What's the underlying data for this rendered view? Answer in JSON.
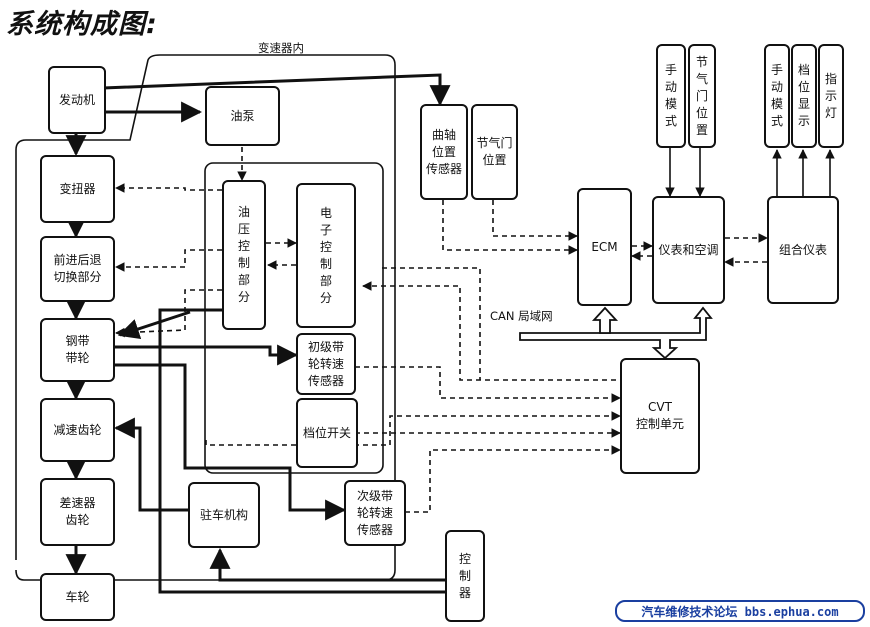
{
  "title": "系统构成图:",
  "region_label": "变速器内",
  "network_label": "CAN 局域网",
  "watermark": "汽车维修技术论坛 bbs.ephua.com",
  "blocks": {
    "engine": "发动机",
    "oil_pump": "油泵",
    "torque_converter": "变扭器",
    "fwd_rev_switch": [
      "前进后退",
      "切换部分"
    ],
    "belt_pulley": [
      "钢带",
      "带轮"
    ],
    "reduction_gear": "减速齿轮",
    "differential_gear": [
      "差速器",
      "齿轮"
    ],
    "wheel": "车轮",
    "hydraulic_control": [
      "油",
      "压",
      "控",
      "制",
      "部",
      "分"
    ],
    "electronic_control": [
      "电",
      "子",
      "控",
      "制",
      "部",
      "分"
    ],
    "primary_speed_sensor": [
      "初级带",
      "轮转速",
      "传感器"
    ],
    "range_switch": "档位开关",
    "parking_mechanism": "驻车机构",
    "secondary_speed_sensor": [
      "次级带",
      "轮转速",
      "传感器"
    ],
    "controller": [
      "控",
      "制",
      "器"
    ],
    "crank_sensor": [
      "曲轴",
      "位置",
      "传感器"
    ],
    "throttle_position": [
      "节气门",
      "位置"
    ],
    "ecm": "ECM",
    "cvt_unit": [
      "CVT",
      "控制单元"
    ],
    "meter_ac": "仪表和空调",
    "combo_meter": "组合仪表",
    "manual_mode_a": [
      "手",
      "动",
      "模",
      "式"
    ],
    "throttle_pos_top": [
      "节",
      "气",
      "门",
      "位",
      "置"
    ],
    "manual_mode_b": [
      "手",
      "动",
      "模",
      "式"
    ],
    "gear_display": [
      "档",
      "位",
      "显",
      "示"
    ],
    "indicator_lamp": [
      "指",
      "示",
      "灯"
    ]
  },
  "colors": {
    "line": "#111111",
    "watermark": "#1a3fa0"
  }
}
